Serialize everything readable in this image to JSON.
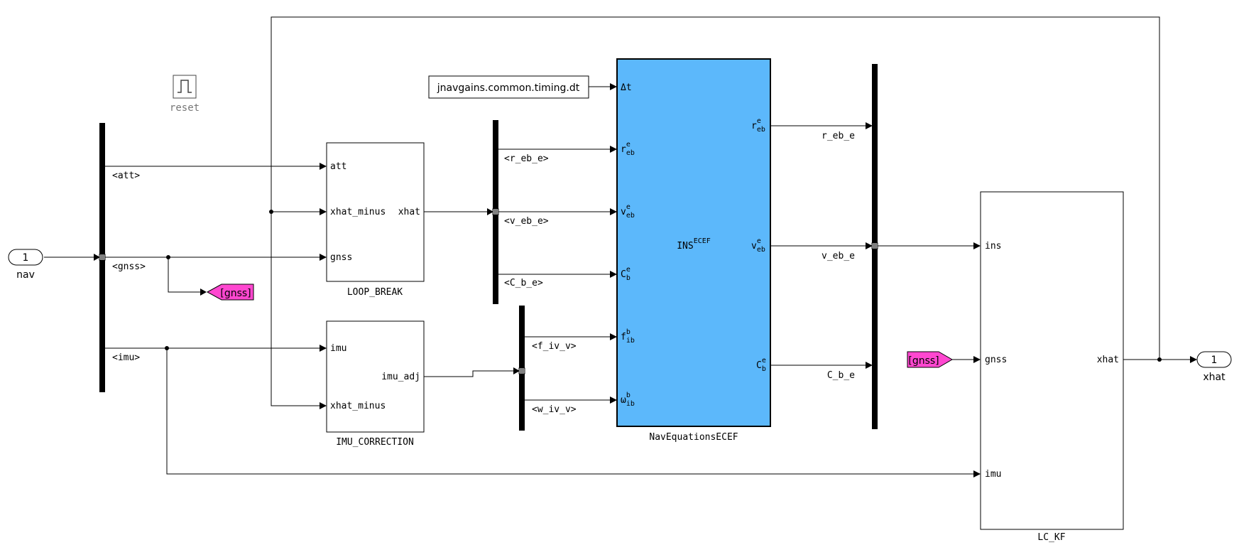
{
  "colors": {
    "nav_block_fill": "#5cb8fb",
    "goto_tag_fill": "#ff47d0",
    "line": "#000000"
  },
  "reset": {
    "label": "reset",
    "icon": "pulse-icon"
  },
  "inport": {
    "number": "1",
    "name": "nav"
  },
  "outport": {
    "number": "1",
    "name": "xhat"
  },
  "demux_signals": [
    "<att>",
    "<gnss>",
    "<imu>"
  ],
  "goto_gnss": "[gnss]",
  "from_gnss": "[gnss]",
  "constant_dt": "jnavgains.common.timing.dt",
  "loop_break": {
    "name": "LOOP_BREAK",
    "inputs": [
      "att",
      "xhat_minus",
      "gnss"
    ],
    "output": "xhat"
  },
  "imu_correction": {
    "name": "IMU_CORRECTION",
    "inputs": [
      "imu",
      "xhat_minus"
    ],
    "output": "imu_adj"
  },
  "selector_xhat": [
    "<r_eb_e>",
    "<v_eb_e>",
    "<C_b_e>"
  ],
  "selector_imu": [
    "<f_iv_v>",
    "<w_iv_v>"
  ],
  "nav_equations": {
    "name": "NavEquationsECEF",
    "title_main": "INS",
    "title_sup": "ECEF",
    "in_dt": "Δt",
    "in_ports": [
      {
        "main": "r",
        "sup": "e",
        "sub": "eb"
      },
      {
        "main": "v",
        "sup": "e",
        "sub": "eb"
      },
      {
        "main": "C",
        "sup": "e",
        "sub": "b"
      },
      {
        "main": "f",
        "sup": "b",
        "sub": "ib"
      },
      {
        "main": "ω",
        "sup": "b",
        "sub": "ib"
      }
    ],
    "out_ports": [
      {
        "main": "r",
        "sup": "e",
        "sub": "eb"
      },
      {
        "main": "v",
        "sup": "e",
        "sub": "eb"
      },
      {
        "main": "C",
        "sup": "e",
        "sub": "b"
      }
    ]
  },
  "mux_signals": [
    "r_eb_e",
    "v_eb_e",
    "C_b_e"
  ],
  "lc_kf": {
    "name": "LC_KF",
    "inputs": [
      "ins",
      "gnss",
      "imu"
    ],
    "output": "xhat"
  }
}
